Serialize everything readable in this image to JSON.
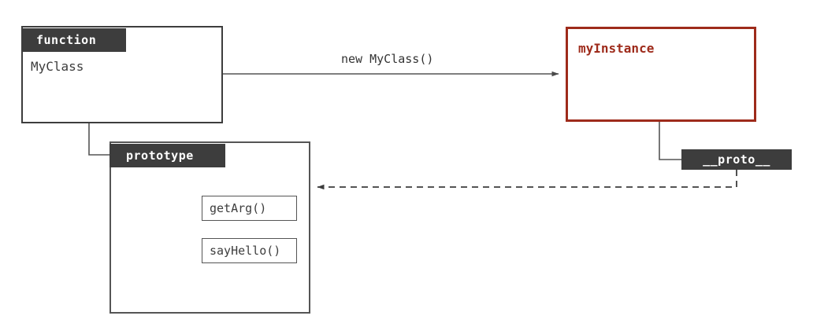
{
  "diagram": {
    "title": "JavaScript prototype chain diagram",
    "colors": {
      "dark": "#3d3d3d",
      "box_border": "#555555",
      "accent_red": "#9e2b1b",
      "background": "#ffffff",
      "edge": "#555555"
    },
    "nodes": {
      "function_node": {
        "tag": "function",
        "body": "MyClass"
      },
      "prototype_node": {
        "tag": "prototype",
        "methods": [
          {
            "label": "getArg()"
          },
          {
            "label": "sayHello()"
          }
        ]
      },
      "instance_node": {
        "title": "myInstance",
        "proto_tag": "__proto__"
      }
    },
    "edges": [
      {
        "id": "new-instance",
        "label": "new MyClass()",
        "style": "solid",
        "arrow": "right"
      },
      {
        "id": "function-to-prototype",
        "label": "",
        "style": "solid",
        "arrow": "none"
      },
      {
        "id": "instance-to-proto",
        "label": "",
        "style": "solid",
        "arrow": "none"
      },
      {
        "id": "proto-to-prototype",
        "label": "",
        "style": "dashed",
        "arrow": "left"
      }
    ]
  }
}
